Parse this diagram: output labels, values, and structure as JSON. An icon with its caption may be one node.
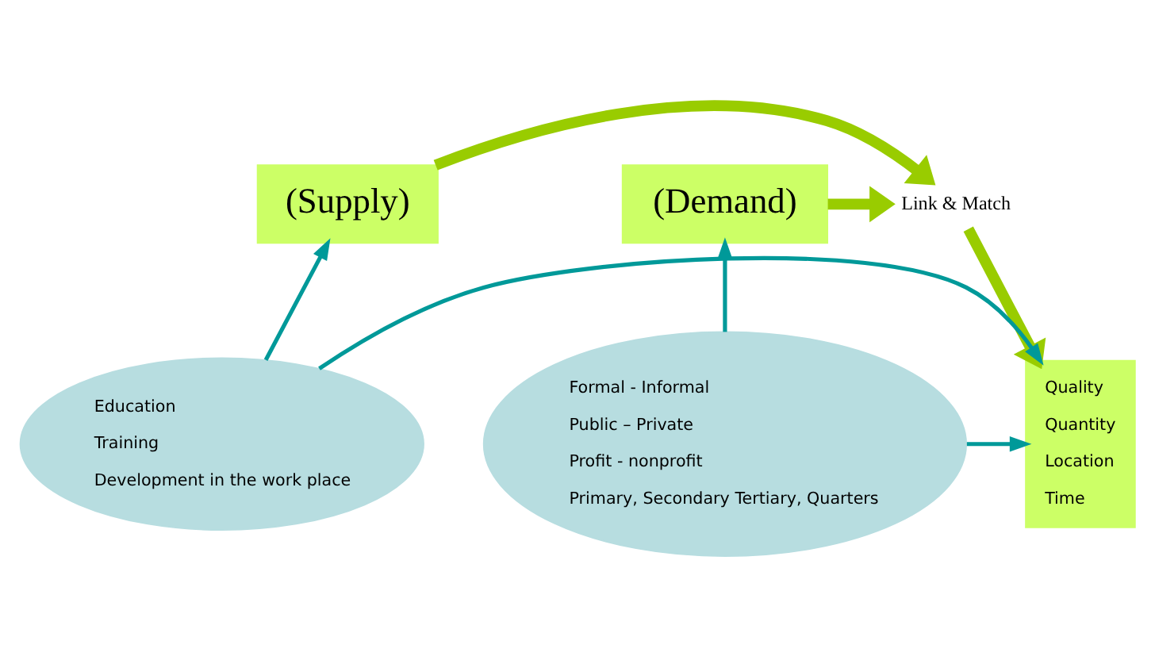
{
  "diagram": {
    "nodes": [
      {
        "text": [
          "(Supply)"
        ]
      },
      {
        "text": [
          "Link & Match"
        ]
      },
      {
        "text": [
          "(Demand)"
        ]
      },
      {
        "text": [
          "Education",
          "Training",
          "Development in the work place"
        ]
      },
      {
        "text": [
          "Quality",
          "Quantity",
          "Location",
          "Time"
        ]
      },
      {
        "text": [
          "Formal - Informal",
          "Public – Private",
          "Profit - nonprofit",
          "Primary, Secondary Tertiary, Quarters"
        ]
      }
    ],
    "edges": [
      {
        "from": 0,
        "to": 1,
        "arrow": "to",
        "style": "thick",
        "color": "#99cc00"
      },
      {
        "from": 2,
        "to": 1,
        "arrow": "to",
        "style": "thick",
        "color": "#99cc00"
      },
      {
        "from": 1,
        "to": 4,
        "arrow": "to",
        "style": "thick",
        "color": "#99cc00"
      },
      {
        "from": 3,
        "to": 0,
        "arrow": "to"
      },
      {
        "from": 5,
        "to": 2,
        "arrow": "to"
      },
      {
        "from": 3,
        "to": 4,
        "arrow": "to"
      },
      {
        "from": 5,
        "to": 4,
        "arrow": "to"
      }
    ]
  }
}
